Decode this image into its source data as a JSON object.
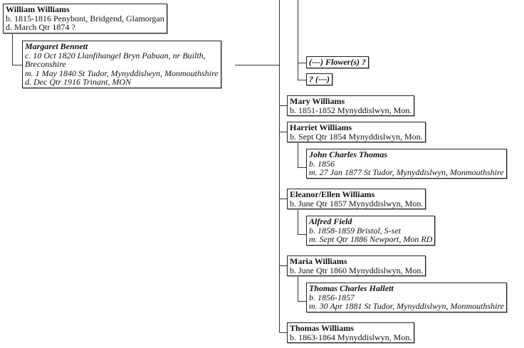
{
  "people": {
    "william": {
      "name": "William Williams",
      "lines": [
        "b. 1815-1816 Penybont, Bridgend, Glamorgan",
        "d. March Qtr 1874 ?"
      ]
    },
    "margaret": {
      "name": "Margaret Bennett",
      "lines": [
        "c. 10 Oct 1820 Llanfihangel Bryn Pabuan, nr Builth,",
        "Breconshire",
        "m. 1 May 1840 St Tudor, Mynyddislwyn, Monmouthshire",
        "d. Dec Qtr 1916 Trinant, MON"
      ]
    },
    "flower": {
      "name": "(---) Flower(s) ?"
    },
    "unknown": {
      "name": "? (---)"
    },
    "mary": {
      "name": "Mary Williams",
      "lines": [
        "b. 1851-1852 Mynyddislwyn, Mon."
      ]
    },
    "harriet": {
      "name": "Harriet Williams",
      "lines": [
        "b. Sept Qtr 1854 Mynyddislwyn, Mon."
      ]
    },
    "john": {
      "name": "John Charles Thomas",
      "lines": [
        "b. 1856",
        "m. 27 Jan 1877 St Tudor, Mynyddislwyn, Monmouthshire"
      ]
    },
    "eleanor": {
      "name": "Eleanor/Ellen Williams",
      "lines": [
        "b. June Qtr 1857 Mynyddislwyn, Mon."
      ]
    },
    "alfred": {
      "name": "Alfred Field",
      "lines": [
        "b. 1858-1859 Bristol, S-set",
        "m. Sept Qtr 1886 Newport, Mon RD"
      ]
    },
    "maria": {
      "name": "Maria Williams",
      "lines": [
        "b. June Qtr 1860 Mynyddislwyn, Mon."
      ]
    },
    "hallett": {
      "name": "Thomas Charles Hallett",
      "lines": [
        "b. 1856-1857",
        "m. 30 Apr 1881 St Tudor, Mynyddislwyn, Monmouthshire"
      ]
    },
    "thomas": {
      "name": "Thomas Williams",
      "lines": [
        "b. 1863-1864 Mynyddislwyn, Mon."
      ]
    }
  }
}
